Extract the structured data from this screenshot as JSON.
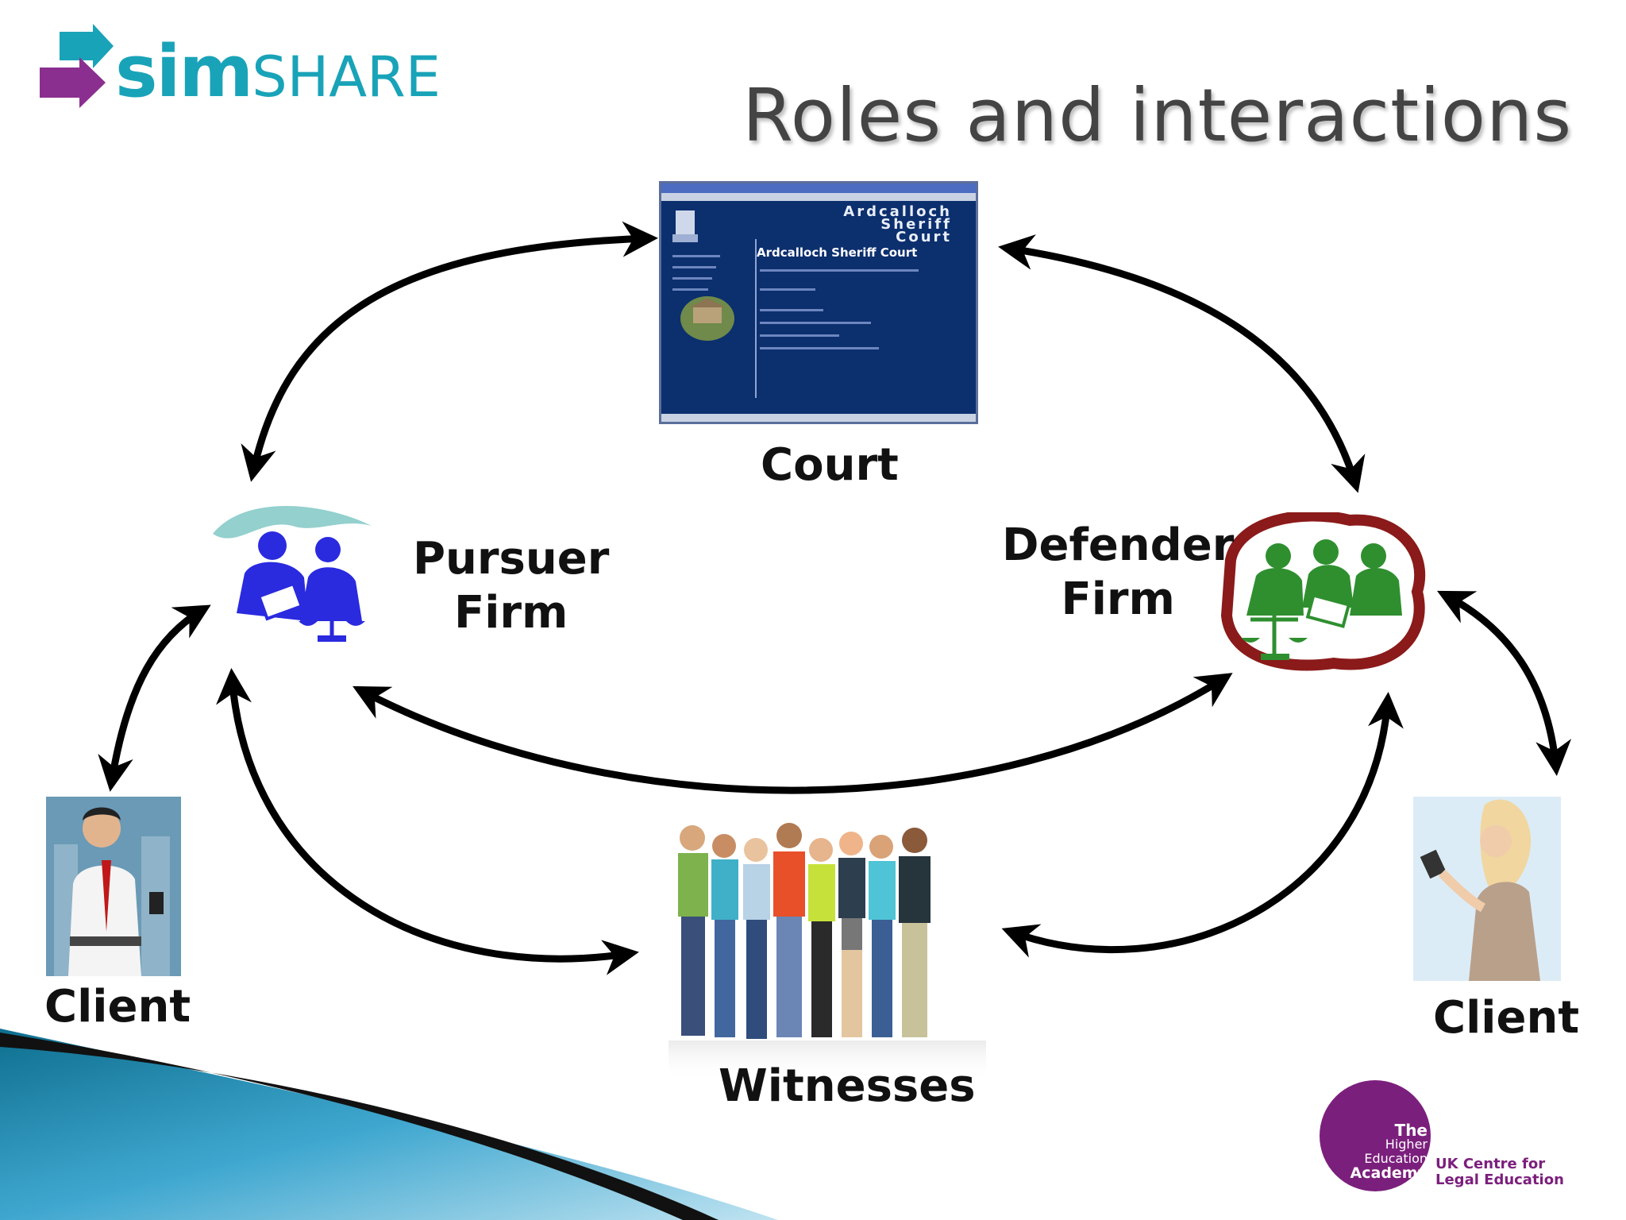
{
  "slide": {
    "title": "Roles and interactions"
  },
  "logo": {
    "sim": "sim",
    "share": "SHARE",
    "brand_colors": {
      "teal": "#19a3b8",
      "purple": "#8a2f8f"
    }
  },
  "court_screen": {
    "header_line1": "Ardcalloch",
    "header_line2": "Sheriff",
    "header_line3": "Court",
    "heading": "Ardcalloch Sheriff Court"
  },
  "nodes": {
    "court": "Court",
    "pursuer_firm": [
      "Pursuer",
      "Firm"
    ],
    "defender_firm": [
      "Defender",
      "Firm"
    ],
    "client_left": "Client",
    "client_right": "Client",
    "witnesses": "Witnesses"
  },
  "footer_logo": {
    "hea_line1": "The",
    "hea_line2": "Higher",
    "hea_line3": "Education",
    "hea_line4": "Academy",
    "ukcle_line1": "UK Centre for",
    "ukcle_line2": "Legal Education"
  },
  "colors": {
    "pursuer_clipart": "#2a2adf",
    "defender_clipart": "#2f8f2f",
    "defender_accent": "#8b1a1a",
    "arrow": "#000000",
    "court_screen_bg": "#0c2f6e",
    "hea_purple": "#7b1f7c"
  }
}
